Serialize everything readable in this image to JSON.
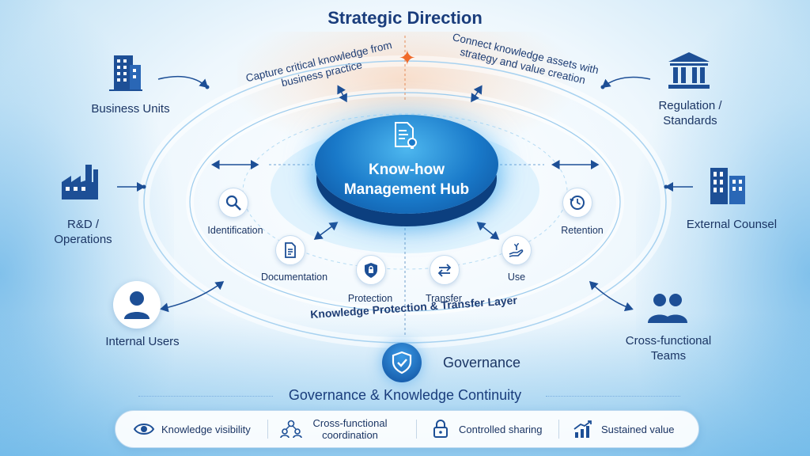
{
  "title": "Strategic Direction",
  "capture_text": "Capture critical knowledge from business practice",
  "connect_text": "Connect knowledge assets with strategy and value creation",
  "hub": {
    "line1": "Know-how",
    "line2": "Management Hub"
  },
  "lifecycle": [
    {
      "label": "Identification",
      "icon": "magnifier-icon"
    },
    {
      "label": "Documentation",
      "icon": "document-icon"
    },
    {
      "label": "Protection",
      "icon": "shield-lock-icon"
    },
    {
      "label": "Transfer",
      "icon": "exchange-arrows-icon"
    },
    {
      "label": "Use",
      "icon": "hand-sprout-icon"
    },
    {
      "label": "Retention",
      "icon": "clock-icon"
    }
  ],
  "layer_label": "Knowledge Protection & Transfer Layer",
  "stakeholders": {
    "business_units": {
      "label": "Business Units",
      "icon": "office-building-icon"
    },
    "rnd_operations": {
      "line1": "R&D /",
      "line2": "Operations",
      "icon": "factory-icon"
    },
    "internal_users": {
      "label": "Internal Users",
      "icon": "user-icon"
    },
    "regulation": {
      "line1": "Regulation /",
      "line2": "Standards",
      "icon": "institution-icon"
    },
    "external_counsel": {
      "label": "External Counsel",
      "icon": "city-buildings-icon"
    },
    "cross_functional": {
      "line1": "Cross-functional",
      "line2": "Teams",
      "icon": "team-icon"
    }
  },
  "governance": {
    "label": "Governance",
    "icon": "shield-check-icon"
  },
  "continuity_label": "Governance & Knowledge Continuity",
  "benefits": [
    {
      "label": "Knowledge visibility",
      "icon": "eye-icon"
    },
    {
      "label": "Cross-functional coordination",
      "icon": "people-network-icon"
    },
    {
      "label": "Controlled sharing",
      "icon": "padlock-icon"
    },
    {
      "label": "Sustained value",
      "icon": "growth-chart-icon"
    }
  ],
  "colors": {
    "primary": "#1a3d7c",
    "accent_blue": "#1979c9",
    "accent_orange": "#f06a2a",
    "background": "#eef7fd"
  }
}
